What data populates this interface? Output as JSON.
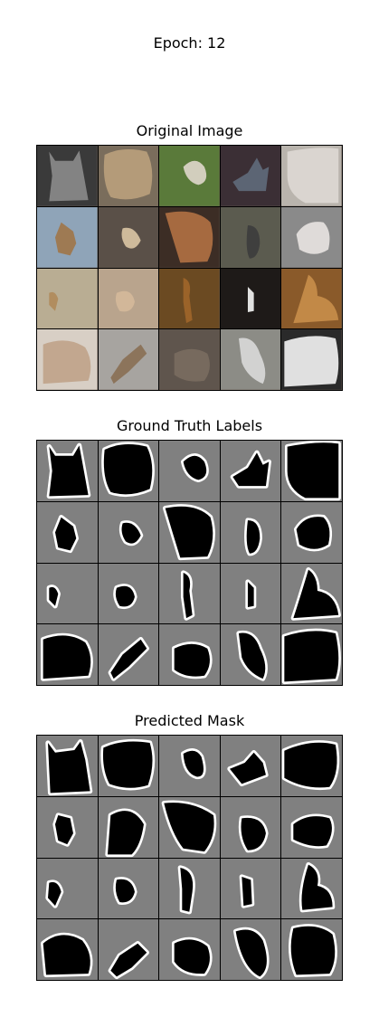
{
  "epoch_label": "Epoch: 12",
  "panels": {
    "original": {
      "title": "Original Image"
    },
    "ground_truth": {
      "title": "Ground Truth Labels"
    },
    "predicted": {
      "title": "Predicted Mask"
    }
  },
  "grid": {
    "rows": 4,
    "cols": 5
  },
  "photo_palette": [
    [
      "#3a3a3a",
      "#7a6d5c",
      "#5a7a3a",
      "#3b2f35",
      "#b9b4ad"
    ],
    [
      "#8fa4b8",
      "#5a5048",
      "#3c2d25",
      "#5b5b4f",
      "#8a8a8a"
    ],
    [
      "#b9ad93",
      "#b9a48d",
      "#6b4a22",
      "#1e1a18",
      "#8a5a2a"
    ],
    [
      "#d8cfc5",
      "#a7a4a0",
      "#5f554d",
      "#8c8c86",
      "#2a2a2a"
    ]
  ],
  "photo_subject": [
    [
      "#8a8a8a",
      "#b99f7c",
      "#dcd5c9",
      "#5f6a7a",
      "#dcd8d2"
    ],
    [
      "#a0764a",
      "#d8c3a3",
      "#b07042",
      "#3d3d3d",
      "#e6e2e0"
    ],
    [
      "#b08a5a",
      "#d4b89a",
      "#a0652a",
      "#f2f2f2",
      "#c78d4a"
    ],
    [
      "#c0a48a",
      "#8a7055",
      "#7a6c60",
      "#d8d8d8",
      "#f0f0f0"
    ]
  ]
}
